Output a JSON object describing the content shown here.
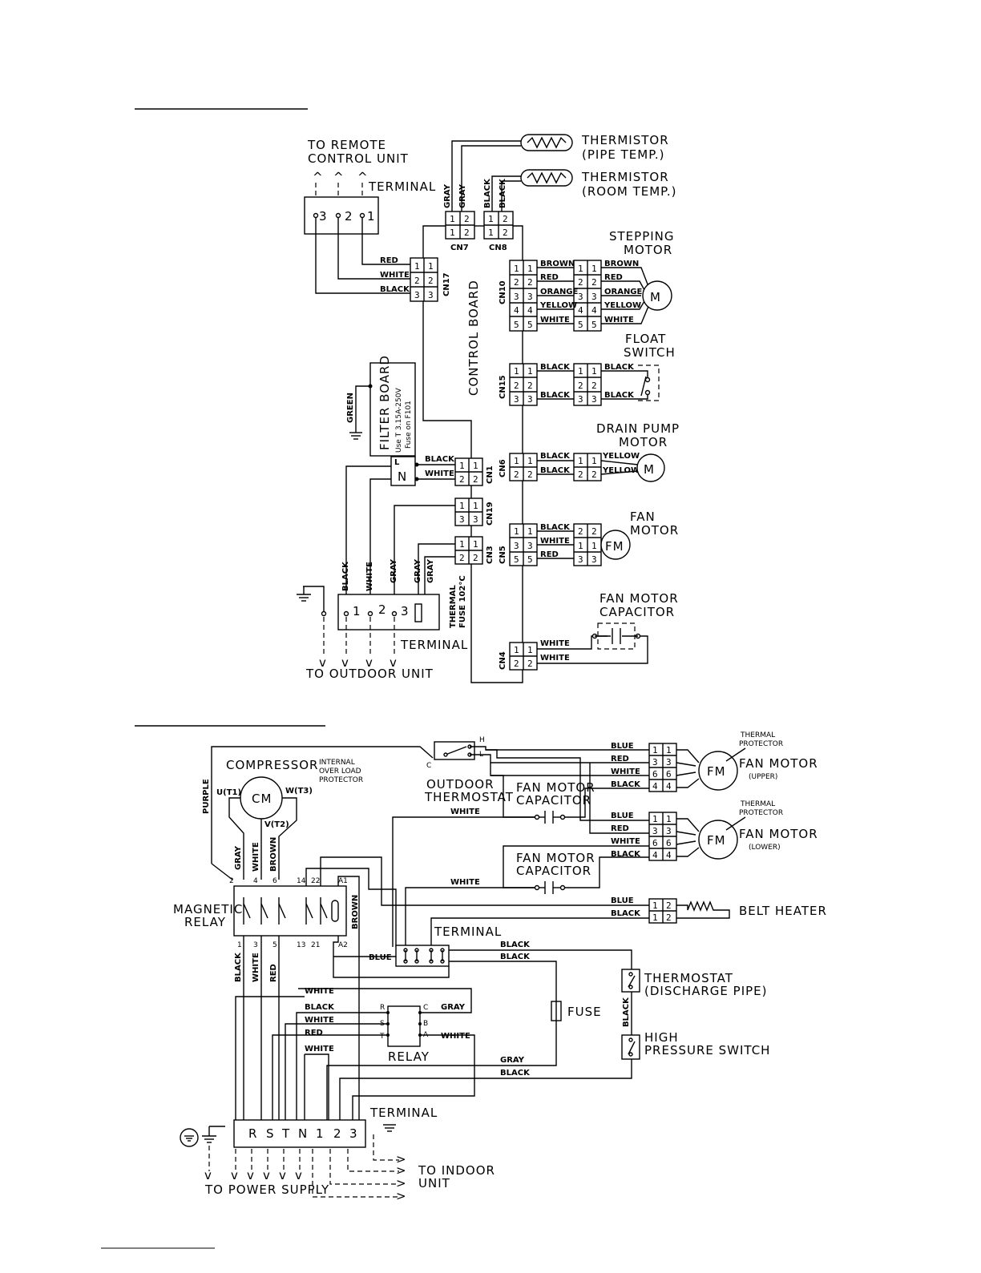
{
  "indoor": {
    "remote_label_1": "TO REMOTE",
    "remote_label_2": "CONTROL UNIT",
    "terminal_label": "TERMINAL",
    "remote_terminal_pins": [
      "3",
      "2",
      "1"
    ],
    "thermistor_pipe_1": "THERMISTOR",
    "thermistor_pipe_2": "(PIPE TEMP.)",
    "thermistor_room_1": "THERMISTOR",
    "thermistor_room_2": "(ROOM TEMP.)",
    "cn7_wires": [
      "GRAY",
      "GRAY"
    ],
    "cn8_wires": [
      "BLACK",
      "BLACK"
    ],
    "cn7": "CN7",
    "cn8": "CN8",
    "cn17": "CN17",
    "cn17_wires": [
      "RED",
      "WHITE",
      "BLACK"
    ],
    "control_board": "CONTROL BOARD",
    "stepping_motor_1": "STEPPING",
    "stepping_motor_2": "MOTOR",
    "cn10": "CN10",
    "cn10_wires": [
      "BROWN",
      "RED",
      "ORANGE",
      "YELLOW",
      "WHITE"
    ],
    "motor_symbol": "M",
    "float_switch_1": "FLOAT",
    "float_switch_2": "SWITCH",
    "cn15": "CN15",
    "cn15_wires": [
      "BLACK",
      "BLACK"
    ],
    "filter_board": "FILTER BOARD",
    "fuse_note_1": "Use T 3.15A-250V",
    "fuse_note_2": "Fuse on F101",
    "green": "GREEN",
    "pin_l": "L",
    "pin_n": "N",
    "cn1": "CN1",
    "cn1_wires": [
      "BLACK",
      "WHITE"
    ],
    "drain_pump_1": "DRAIN PUMP",
    "drain_pump_2": "MOTOR",
    "cn6": "CN6",
    "cn6_wires": [
      "BLACK",
      "BLACK"
    ],
    "cn6_out_wires": [
      "YELLOW",
      "YELLOW"
    ],
    "cn19": "CN19",
    "cn3": "CN3",
    "fan_motor_1": "FAN",
    "fan_motor_2": "MOTOR",
    "fm": "FM",
    "cn5": "CN5",
    "cn5_wires": [
      "BLACK",
      "WHITE",
      "RED"
    ],
    "bottom_wires": [
      "BLACK",
      "WHITE",
      "GRAY",
      "GRAY",
      "GRAY"
    ],
    "thermal_fuse_1": "THERMAL",
    "thermal_fuse_2": "FUSE 102°C",
    "outdoor_terminal_pins": [
      "1",
      "2",
      "3"
    ],
    "to_outdoor": "TO OUTDOOR UNIT",
    "fan_cap_1": "FAN MOTOR",
    "fan_cap_2": "CAPACITOR",
    "cn4": "CN4",
    "cn4_wires": [
      "WHITE",
      "WHITE"
    ]
  },
  "outdoor": {
    "compressor": "COMPRESSOR",
    "cm": "CM",
    "olp_1": "INTERNAL",
    "olp_2": "OVER LOAD",
    "olp_3": "PROTECTOR",
    "u": "U(T1)",
    "w": "W(T3)",
    "v": "V(T2)",
    "purple": "PURPLE",
    "comp_wires": [
      "GRAY",
      "WHITE",
      "BROWN"
    ],
    "relay_pins_top": [
      "2",
      "4",
      "6",
      "14",
      "22",
      "A1"
    ],
    "relay_pins_bottom": [
      "1",
      "3",
      "5",
      "13",
      "21",
      "A2"
    ],
    "magnetic_relay_1": "MAGNETIC",
    "magnetic_relay_2": "RELAY",
    "brown": "BROWN",
    "thermostat_1": "OUTDOOR",
    "thermostat_2": "THERMOSTAT",
    "th_h": "H",
    "th_l": "L",
    "th_c": "C",
    "upper_wires": [
      "BLUE",
      "RED",
      "WHITE",
      "BLACK"
    ],
    "lower_wires": [
      "BLUE",
      "RED",
      "WHITE",
      "BLACK"
    ],
    "upper_pins_a": [
      "1",
      "3",
      "6",
      "4"
    ],
    "upper_pins_b": [
      "1",
      "3",
      "6",
      "4"
    ],
    "thermal_protector_1": "THERMAL",
    "thermal_protector_2": "PROTECTOR",
    "fm": "FM",
    "fan_upper_1": "FAN MOTOR",
    "fan_upper_2": "(UPPER)",
    "fan_lower_1": "FAN MOTOR",
    "fan_lower_2": "(LOWER)",
    "cap_1": "FAN MOTOR",
    "cap_2": "CAPACITOR",
    "white": "WHITE",
    "belt_wires": [
      "BLUE",
      "BLACK"
    ],
    "belt_heater": "BELT HEATER",
    "terminal": "TERMINAL",
    "blue": "BLUE",
    "term_right_wires": [
      "BLACK",
      "BLACK"
    ],
    "thermostat_dp_1": "THERMOSTAT",
    "thermostat_dp_2": "(DISCHARGE PIPE)",
    "black_v": "BLACK",
    "hps_1": "HIGH",
    "hps_2": "PRESSURE SWITCH",
    "fuse": "FUSE",
    "relay_wires_left": [
      "WHITE",
      "BLACK",
      "WHITE",
      "RED",
      "WHITE"
    ],
    "relay_pins_left": [
      "R",
      "S",
      "T"
    ],
    "relay_pins_right": [
      "C",
      "B",
      "A"
    ],
    "relay_right_wires": [
      "GRAY",
      "WHITE"
    ],
    "relay": "RELAY",
    "gray": "GRAY",
    "black": "BLACK",
    "left_wires": [
      "BLACK",
      "WHITE",
      "RED"
    ],
    "power_terminal_pins": [
      "R",
      "S",
      "T",
      "N",
      "1",
      "2",
      "3"
    ],
    "to_power_supply": "TO POWER SUPPLY",
    "to_indoor_1": "TO INDOOR",
    "to_indoor_2": "UNIT"
  }
}
